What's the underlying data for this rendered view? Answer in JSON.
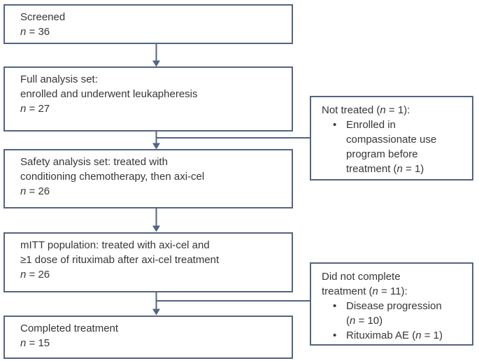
{
  "figure": {
    "type": "consort-flow-diagram",
    "bullet_glyph": "•"
  },
  "colors": {
    "background": "#ffffff",
    "box_border": "#526485",
    "connector": "#526485",
    "text": "#363636"
  },
  "flow": {
    "main_boxes": [
      {
        "id": "screened",
        "lines": [
          [
            {
              "t": "Screened"
            }
          ],
          [
            {
              "t": "n",
              "i": true
            },
            {
              "t": " = 36"
            }
          ]
        ]
      },
      {
        "id": "full-analysis-set",
        "lines": [
          [
            {
              "t": "Full analysis set:"
            }
          ],
          [
            {
              "t": "enrolled and underwent leukapheresis"
            }
          ],
          [
            {
              "t": "n",
              "i": true
            },
            {
              "t": " = 27"
            }
          ]
        ]
      },
      {
        "id": "safety-analysis-set",
        "lines": [
          [
            {
              "t": "Safety analysis set: treated with"
            }
          ],
          [
            {
              "t": "conditioning chemotherapy, then axi-cel"
            }
          ],
          [
            {
              "t": "n",
              "i": true
            },
            {
              "t": " = 26"
            }
          ]
        ]
      },
      {
        "id": "mitt-population",
        "lines": [
          [
            {
              "t": "mITT population: treated with axi-cel and"
            }
          ],
          [
            {
              "t": "≥1 dose of rituximab after axi-cel treatment"
            }
          ],
          [
            {
              "t": "n",
              "i": true
            },
            {
              "t": " = 26"
            }
          ]
        ]
      },
      {
        "id": "completed-treatment",
        "lines": [
          [
            {
              "t": "Completed treatment"
            }
          ],
          [
            {
              "t": "n",
              "i": true
            },
            {
              "t": " = 15"
            }
          ]
        ]
      }
    ],
    "side_boxes": [
      {
        "id": "not-treated",
        "title_lines": [
          [
            {
              "t": "Not treated ("
            },
            {
              "t": "n",
              "i": true
            },
            {
              "t": " = 1):"
            }
          ]
        ],
        "bullets": [
          {
            "lines": [
              [
                {
                  "t": "Enrolled in"
                }
              ],
              [
                {
                  "t": "compassionate use"
                }
              ],
              [
                {
                  "t": "program before"
                }
              ],
              [
                {
                  "t": "treatment ("
                },
                {
                  "t": "n",
                  "i": true
                },
                {
                  "t": " = 1)"
                }
              ]
            ]
          }
        ]
      },
      {
        "id": "did-not-complete-treatment",
        "title_lines": [
          [
            {
              "t": "Did not complete"
            }
          ],
          [
            {
              "t": "treatment ("
            },
            {
              "t": "n",
              "i": true
            },
            {
              "t": " = 11):"
            }
          ]
        ],
        "bullets": [
          {
            "lines": [
              [
                {
                  "t": "Disease progression"
                }
              ],
              [
                {
                  "t": "("
                },
                {
                  "t": "n",
                  "i": true
                },
                {
                  "t": " = 10)"
                }
              ]
            ]
          },
          {
            "lines": [
              [
                {
                  "t": "Rituximab AE ("
                },
                {
                  "t": "n",
                  "i": true
                },
                {
                  "t": " = 1)"
                }
              ]
            ]
          }
        ]
      }
    ]
  }
}
